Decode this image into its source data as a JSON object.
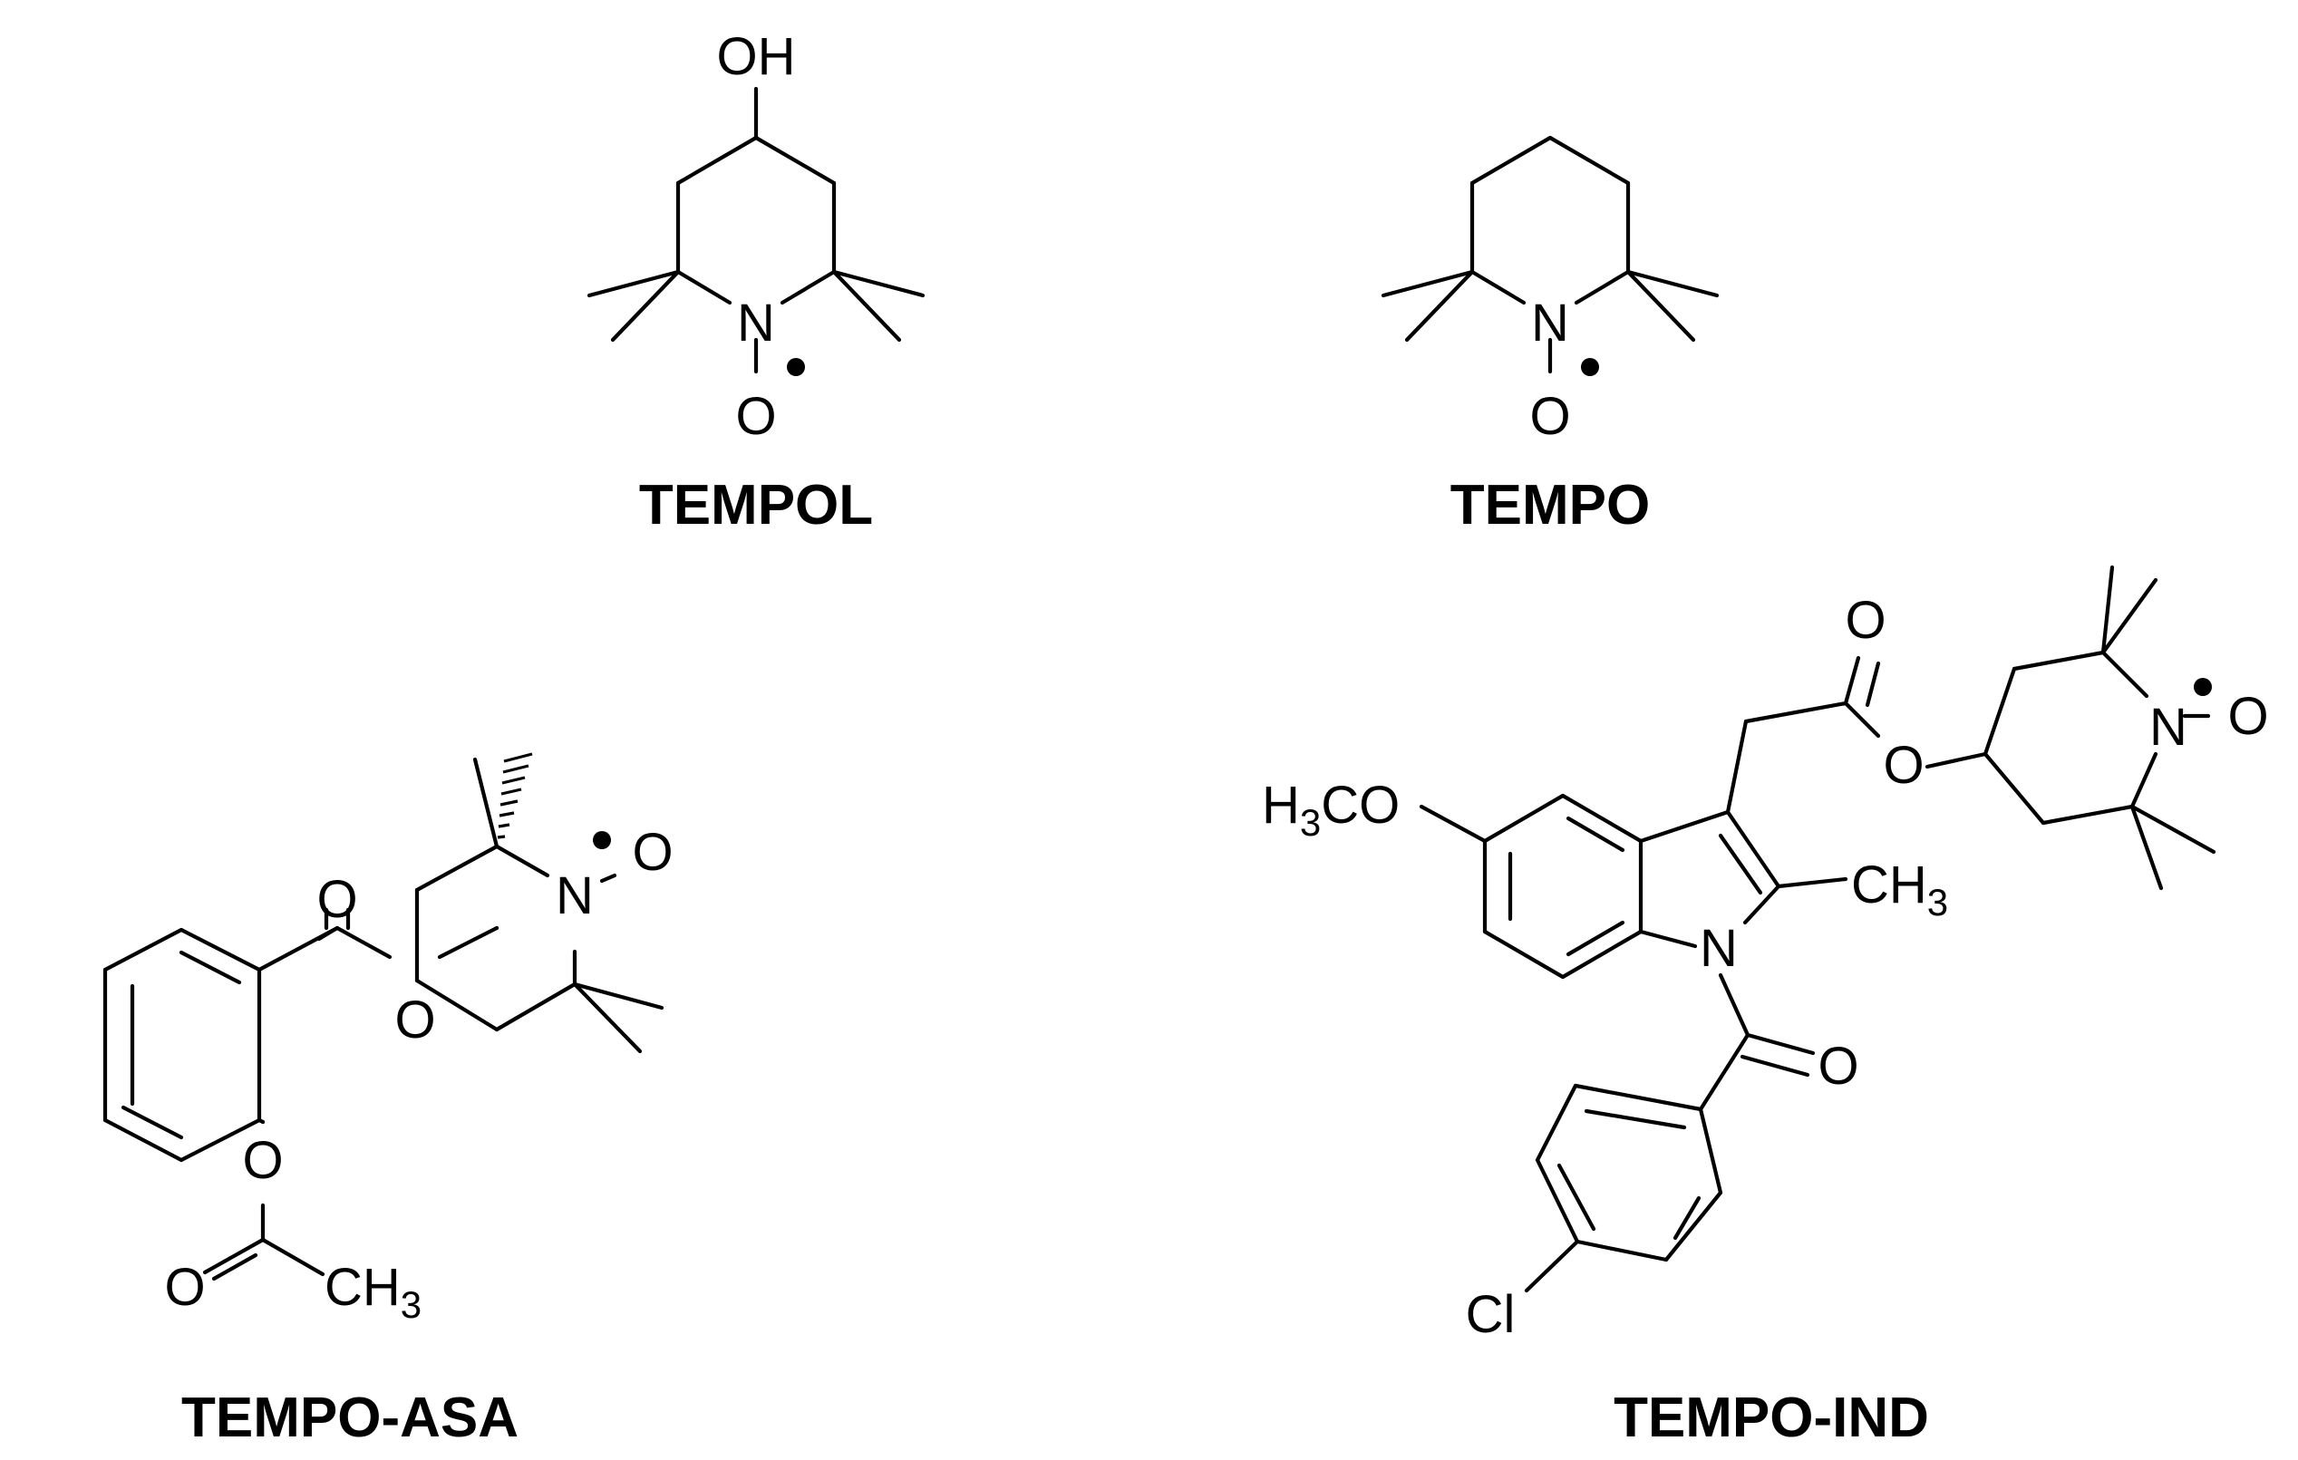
{
  "structures": [
    {
      "name": "TEMPOL",
      "atoms": {
        "oh": "OH",
        "n": "N",
        "o": "O"
      }
    },
    {
      "name": "TEMPO",
      "atoms": {
        "n": "N",
        "o": "O"
      }
    },
    {
      "name": "TEMPO-ASA",
      "atoms": {
        "o_carbonyl": "O",
        "o_ester": "O",
        "o_phenol": "O",
        "o_acetyl": "O",
        "ch3": "CH",
        "ch3_sub": "3",
        "n": "N",
        "o_nitroxide": "O"
      }
    },
    {
      "name": "TEMPO-IND",
      "atoms": {
        "o_carbonyl": "O",
        "o_ester": "O",
        "n_tempo": "N",
        "o_nitroxide": "O",
        "h3co_h": "H",
        "h3co_sub": "3",
        "h3co_rest": "CO",
        "ch3": "CH",
        "ch3_sub": "3",
        "n_indole": "N",
        "o_amide": "O",
        "cl": "Cl"
      }
    }
  ]
}
